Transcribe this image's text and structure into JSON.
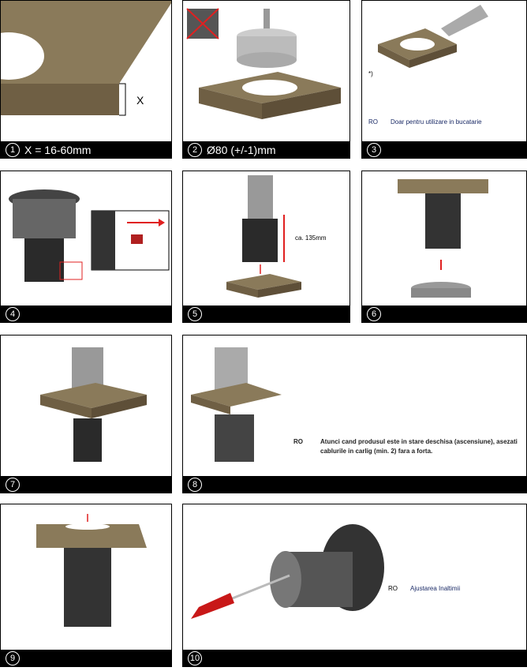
{
  "steps": [
    {
      "num": "1",
      "caption": "X = 16-60mm",
      "label": "X"
    },
    {
      "num": "2",
      "caption": "Ø80 (+/-1)mm"
    },
    {
      "num": "3",
      "caption": "",
      "footnote": "*)",
      "lang": "RO",
      "note": "Doar pentru utilizare in bucatarie"
    },
    {
      "num": "4",
      "caption": ""
    },
    {
      "num": "5",
      "caption": "",
      "dimension": "ca. 135mm"
    },
    {
      "num": "6",
      "caption": ""
    },
    {
      "num": "7",
      "caption": ""
    },
    {
      "num": "8",
      "caption": "",
      "lang": "RO",
      "note_line1": "Atunci cand produsul este in stare deschisa (ascensiune),  asezati",
      "note_line2": "cablurile in carlig (min. 2) fara a forta."
    },
    {
      "num": "9",
      "caption": ""
    },
    {
      "num": "10",
      "caption": "",
      "lang": "RO",
      "note": "Ajustarea Inaltimii"
    }
  ],
  "colors": {
    "wood": "#7a6a4e",
    "arrow": "#e02020",
    "dark": "#2a2a2a"
  }
}
